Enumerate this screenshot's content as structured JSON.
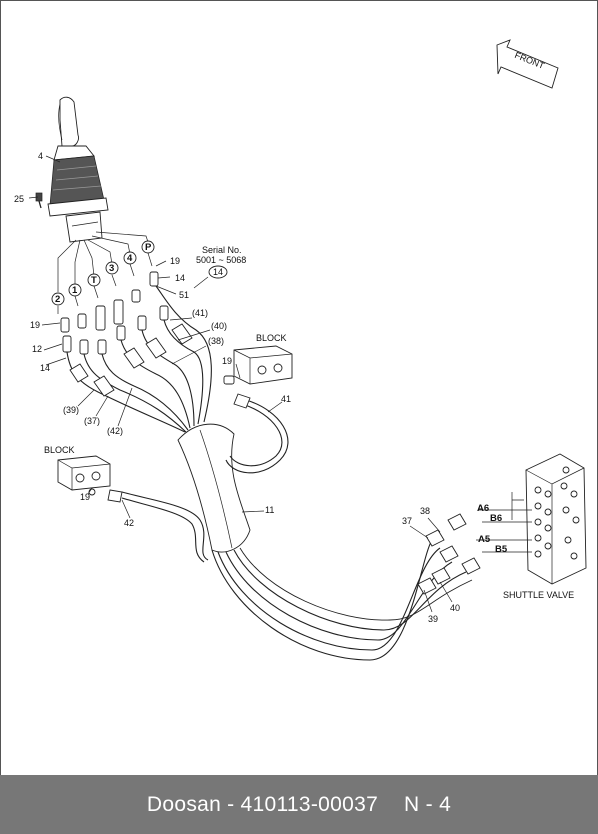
{
  "footer": {
    "brand": "Doosan",
    "part_number": "- 410113-00037",
    "page": "N - 4"
  },
  "diagram": {
    "front_arrow": "FRONT",
    "serial_note": {
      "line1": "Serial No.",
      "line2": "5001 ~ 5068",
      "callout": "14"
    },
    "block_labels": [
      "BLOCK",
      "BLOCK"
    ],
    "shuttle_valve": "SHUTTLE VALVE",
    "port_numbers": [
      "2",
      "1",
      "T",
      "3",
      "4",
      "P"
    ],
    "port_labels": [
      "A6",
      "B6",
      "A5",
      "B5"
    ],
    "callouts": {
      "c4": "4",
      "c25": "25",
      "c19a": "19",
      "c14a": "14",
      "c51": "51",
      "c41p": "(41)",
      "c40p": "(40)",
      "c38p": "(38)",
      "c19b": "19",
      "c12": "12",
      "c14b": "14",
      "c39p": "(39)",
      "c37p": "(37)",
      "c42p": "(42)",
      "c19c": "19",
      "c41": "41",
      "c19d": "19",
      "c42": "42",
      "c11": "11",
      "c37": "37",
      "c38": "38",
      "c39": "39",
      "c40": "40"
    }
  }
}
